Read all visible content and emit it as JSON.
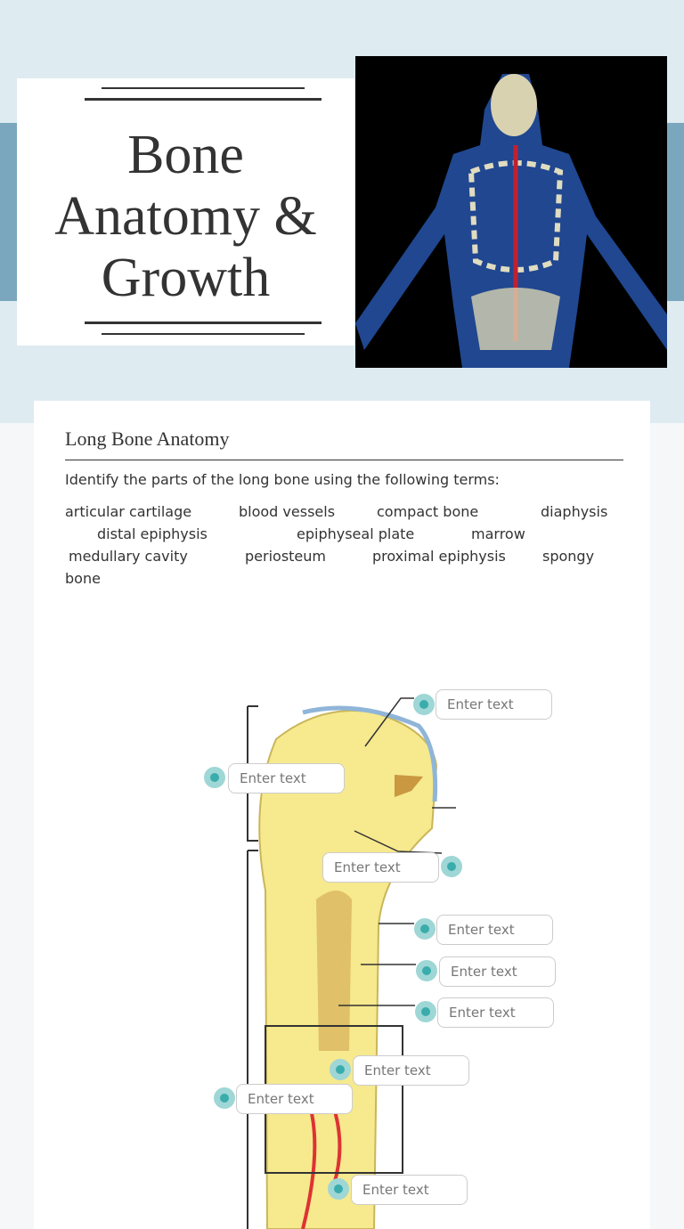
{
  "header": {
    "title_lines": [
      "Bone",
      "Anatomy &",
      "Growth"
    ]
  },
  "section": {
    "title": "Long Bone Anatomy",
    "instructions": "Identify the parts of the long bone using the following terms:",
    "terms": [
      "articular cartilage",
      "blood vessels",
      "compact bone",
      "diaphysis",
      "distal epiphysis",
      "epiphyseal plate",
      "marrow",
      "medullary cavity",
      "periosteum",
      "proximal epiphysis",
      "spongy",
      "bone"
    ]
  },
  "fields": {
    "placeholder": "Enter text"
  },
  "colors": {
    "hero": "#deebf1",
    "band": "#7aa7bd",
    "dot": "#3aacac"
  }
}
